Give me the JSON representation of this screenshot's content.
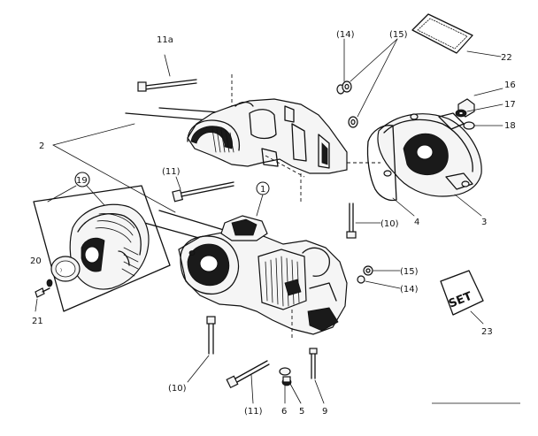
{
  "labels": {
    "p11a": "11a",
    "p14_top": "(14)",
    "p15_top": "(15)",
    "p22": "22",
    "p16": "16",
    "p17": "17",
    "p18": "18",
    "p2": "2",
    "p11_mid": "(11)",
    "p1": "1",
    "p19": "19",
    "p20": "20",
    "p21": "21",
    "p4": "4",
    "p3": "3",
    "p10_mid": "(10)",
    "p15_low": "(15)",
    "p14_low": "(14)",
    "p23": "23",
    "p10_low": "(10)",
    "p11_low": "(11)",
    "p6": "6",
    "p5": "5",
    "p9": "9"
  },
  "decal_text": "SET"
}
